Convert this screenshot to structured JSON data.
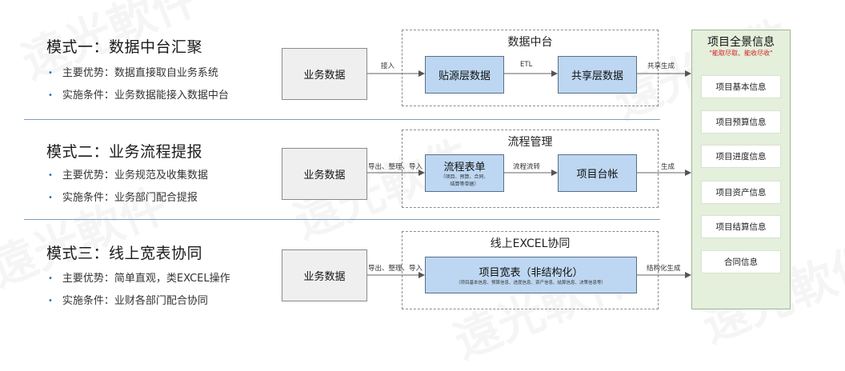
{
  "modes": [
    {
      "title": "模式一：数据中台汇聚",
      "advantage": "主要优势：数据直接取自业务系统",
      "condition": "实施条件：业务数据能接入数据中台"
    },
    {
      "title": "模式二：业务流程提报",
      "advantage": "主要优势：业务规范及收集数据",
      "condition": "实施条件：业务部门配合提报"
    },
    {
      "title": "模式三：线上宽表协同",
      "advantage": "主要优势：简单直观，类EXCEL操作",
      "condition": "实施条件：业财各部门配合协同"
    }
  ],
  "flow1": {
    "group": "数据中台",
    "source": "业务数据",
    "in_label": "接入",
    "node1": "贴源层数据",
    "mid_label": "ETL",
    "node2": "共享层数据",
    "out_label": "共享生成"
  },
  "flow2": {
    "group": "流程管理",
    "source": "业务数据",
    "in_label": "导出、整理、导入",
    "node1": "流程表单",
    "node1_sub1": "（项目、预算、合同、",
    "node1_sub2": "结算等单据）",
    "mid_label": "流程流转",
    "node2": "项目台帐",
    "out_label": "生成"
  },
  "flow3": {
    "group": "线上EXCEL协同",
    "source": "业务数据",
    "in_label": "导出、整理、导入",
    "node1": "项目宽表（非结构化）",
    "node1_sub": "（项目基本信息、预算信息、进度信息、资产信息、结算信息、决策信息等）",
    "out_label": "结构化生成"
  },
  "panel": {
    "title": "项目全景信息",
    "subtitle": "\"能取尽取、能收尽收\"",
    "items": [
      "项目基本信息",
      "项目预算信息",
      "项目进度信息",
      "项目资产信息",
      "项目结算信息",
      "合同信息"
    ]
  },
  "watermark": "遠光軟件",
  "colors": {
    "node": "#bdd7f2",
    "panel": "#e4efdc",
    "subtitle_red": "#d21e1e",
    "separator": "#7d9cc0"
  }
}
